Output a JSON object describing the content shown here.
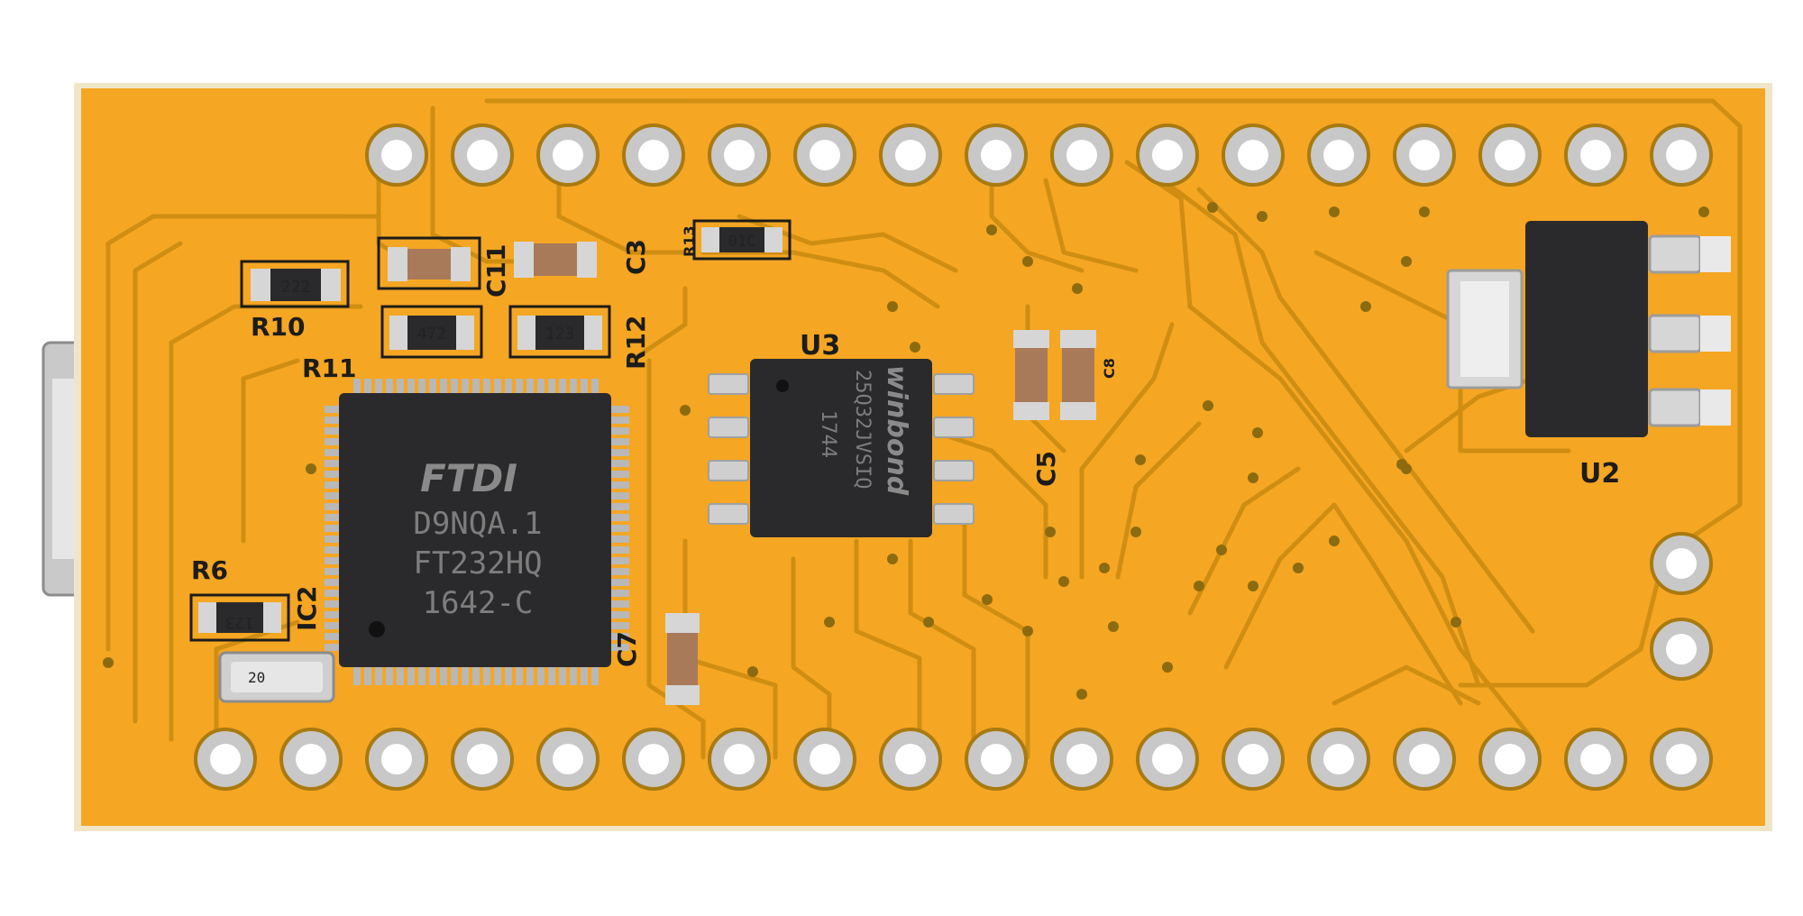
{
  "colors": {
    "background": "#ffffff",
    "board_edge": "#efe6c8",
    "solder_mask": "#f5a623",
    "trace": "#c8860e",
    "silkscreen": "#1c1c1a",
    "pad": "#d9d9d9",
    "chip_body": "#2a2a2c"
  },
  "labels": {
    "R10": "R10",
    "R11": "R11",
    "C11": "C11",
    "C3": "C3",
    "R12": "R12",
    "U3": "U3",
    "C5": "C5",
    "C8": "C8",
    "U2": "U2",
    "R6": "R6",
    "IC2": "IC2",
    "C7": "C7",
    "R13": "R13"
  },
  "resistor_codes": {
    "R10": "222",
    "R11": "472",
    "R12": "123",
    "R6": "123",
    "R13": "01C"
  },
  "main_chip": {
    "brand": "FTDI",
    "line1": "D9NQA.1",
    "line2": "FT232HQ",
    "line3": "1642-C"
  },
  "flash_chip": {
    "brand": "winbond",
    "line1": "25Q32JVSIQ",
    "line2": "1744"
  },
  "crystal": {
    "code": "20"
  },
  "pins": {
    "top_row_count": 16,
    "bottom_row_count": 18,
    "right_column_count": 2
  }
}
